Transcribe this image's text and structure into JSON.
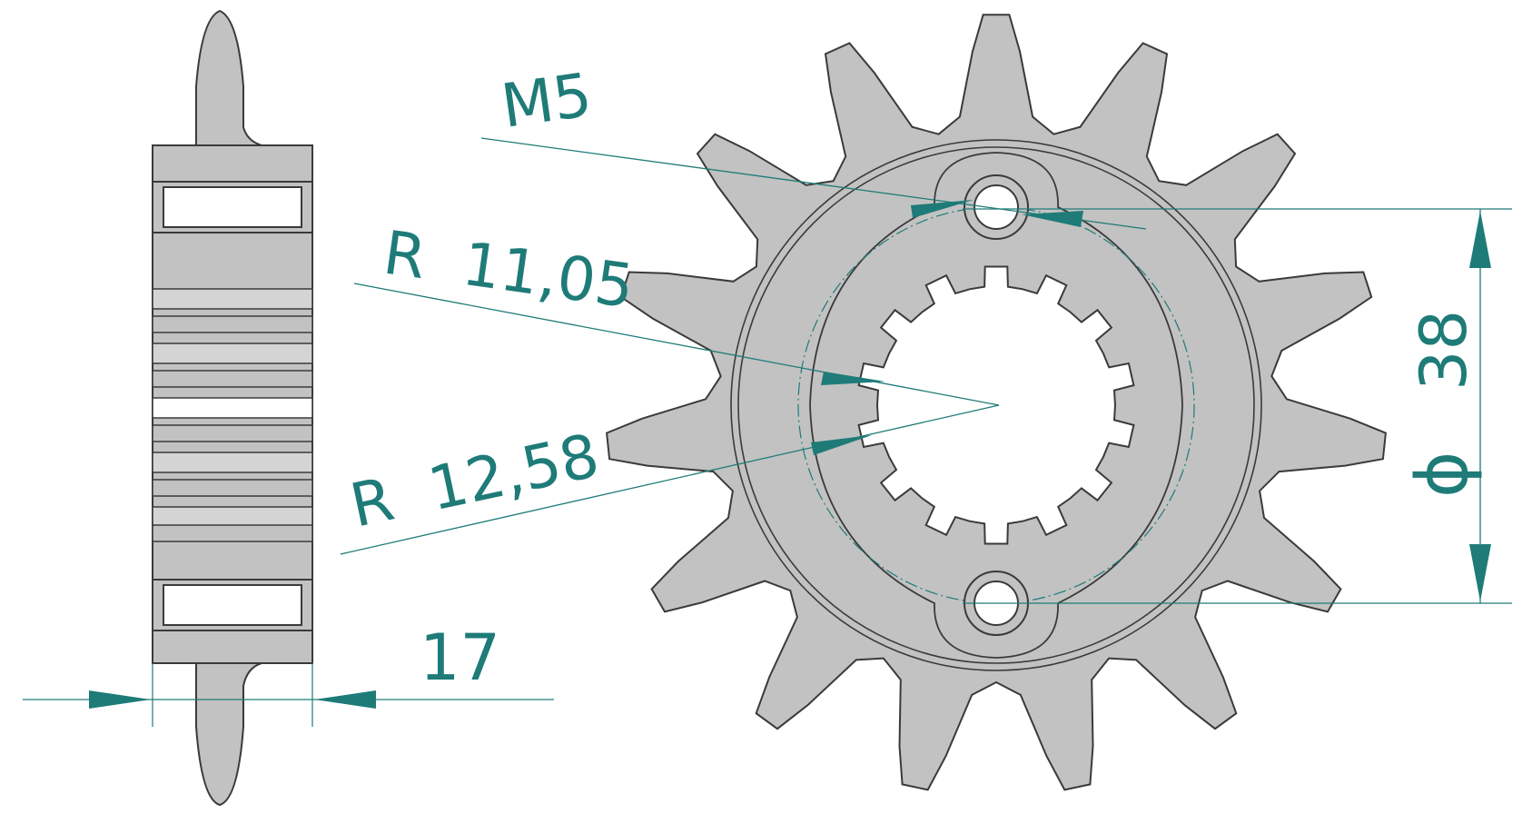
{
  "drawing": {
    "labels": {
      "thread": "M5",
      "inner_radius": "R  11,05",
      "outer_radius": "R  12,58",
      "diameter_symbol": "ϕ",
      "diameter_value": "38",
      "width": "17"
    },
    "teeth_count": 15,
    "spline_count": 14,
    "colors": {
      "part_fill": "#c2c2c2",
      "outline": "#3a3a3a",
      "dimension": "#1e7b78",
      "background": "#ffffff"
    }
  }
}
